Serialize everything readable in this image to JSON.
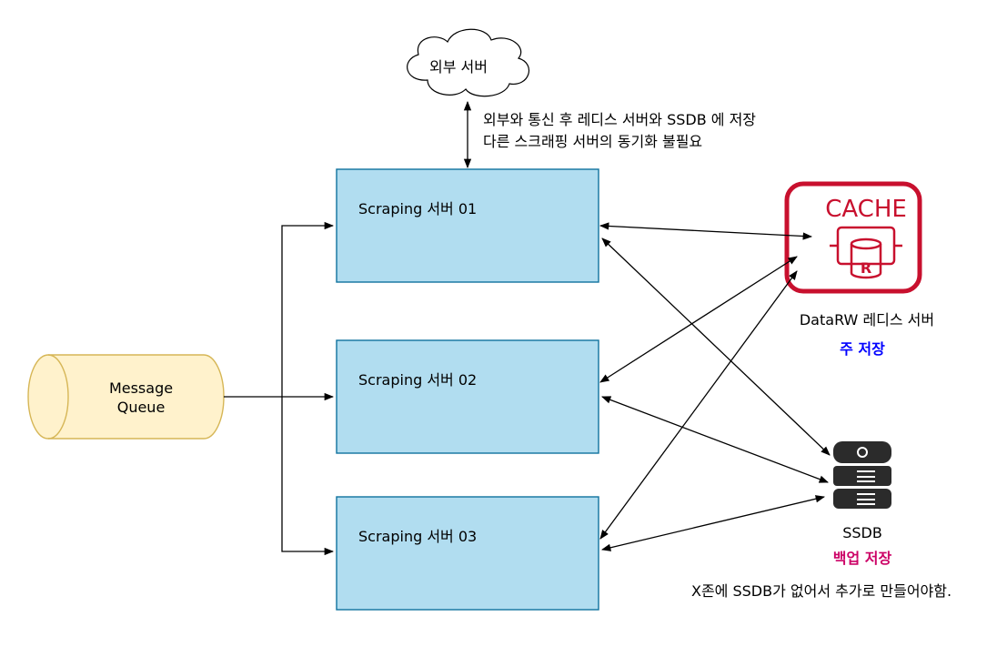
{
  "external": {
    "label": "외부 서버"
  },
  "note": {
    "line1": "외부와 통신 후 레디스 서버와 SSDB 에 저장",
    "line2": "다른 스크래핑 서버의  동기화 불필요"
  },
  "queue": {
    "line1": "Message",
    "line2": "Queue"
  },
  "servers": [
    {
      "label": "Scraping 서버 01"
    },
    {
      "label": "Scraping 서버 02"
    },
    {
      "label": "Scraping 서버 03"
    }
  ],
  "cache": {
    "icon_text": "CACHE",
    "icon_letter": "R",
    "label": "DataRW 레디스 서버",
    "role": "주 저장",
    "role_color": "#0000ff"
  },
  "ssdb": {
    "label": "SSDB",
    "role": "백업 저장",
    "role_color": "#cc0066",
    "note": "X존에 SSDB가 없어서 추가로 만들어야함."
  },
  "colors": {
    "server_fill": "#b1ddf0",
    "server_stroke": "#10739e",
    "queue_fill": "#fff2cc",
    "queue_stroke": "#d6b656",
    "cache_red": "#c8102e"
  }
}
